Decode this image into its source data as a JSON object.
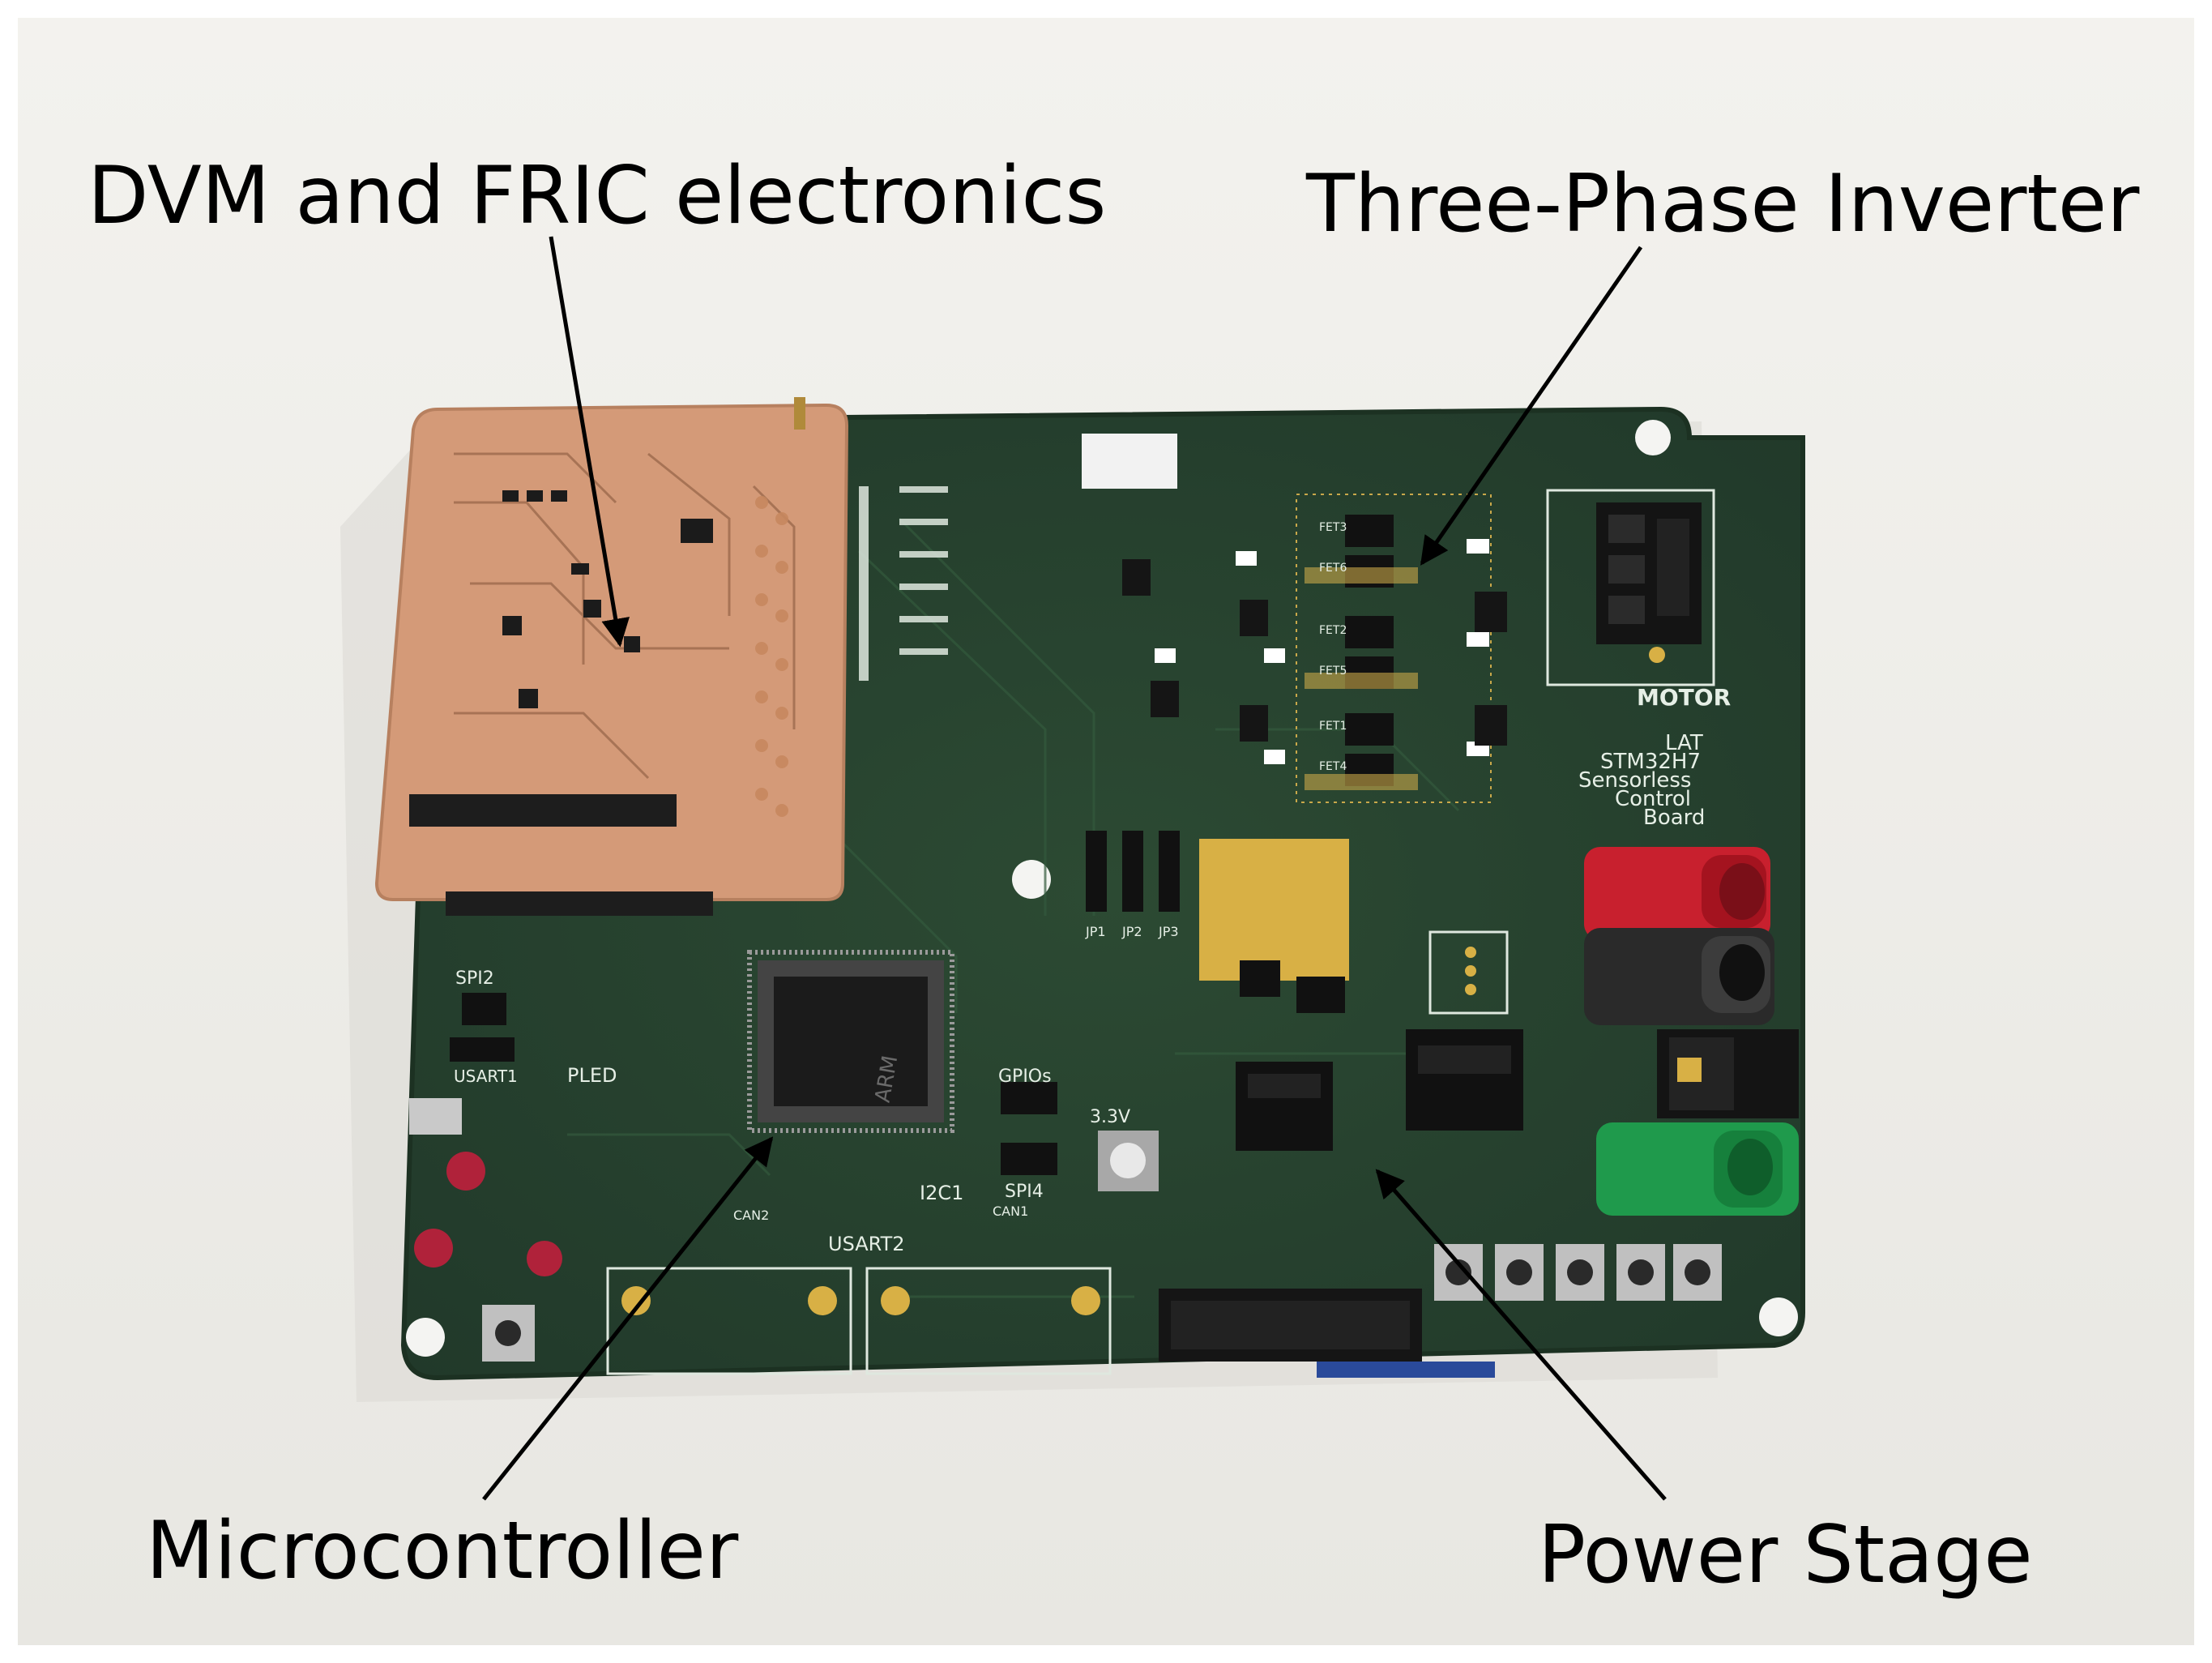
{
  "callouts": {
    "dvm_fric": "DVM and FRIC electronics",
    "inverter": "Three-Phase Inverter",
    "microcontroller": "Microcontroller",
    "power_stage": "Power Stage"
  },
  "board_labels": {
    "motor": "MOTOR",
    "title_line1": "LAT",
    "title_line2": "STM32H7",
    "title_line3": "Sensorless",
    "title_line4": "Control",
    "title_line5": "Board",
    "spi2": "SPI2",
    "usart1": "USART1",
    "usart2": "USART2",
    "pled": "PLED",
    "i2c1": "I2C1",
    "spi4": "SPI4",
    "gpios": "GPIOs",
    "v33": "3.3V",
    "can1": "CAN1",
    "can2": "CAN2",
    "jp1": "JP1",
    "jp2": "JP2",
    "jp3": "JP3",
    "arm": "ARM",
    "fet1": "FET1",
    "fet2": "FET2",
    "fet3": "FET3",
    "fet4": "FET4",
    "fet5": "FET5",
    "fet6": "FET6"
  },
  "colors": {
    "background": "#ffffff",
    "table": "#efeeea",
    "pcb": "#26402d",
    "pcb_edge": "#1c3122",
    "copper_board": "#d49a78",
    "silkscreen": "#e6efe6",
    "gold_pad": "#d8b045",
    "red_terminal": "#c8202e",
    "black_terminal": "#2a2a2a",
    "green_terminal": "#1f9a4c",
    "arrow": "#000000"
  }
}
